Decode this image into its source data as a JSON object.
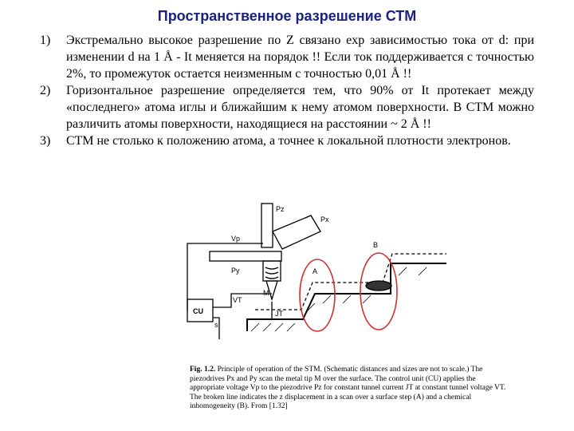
{
  "title": "Пространственное разрешение СТМ",
  "items": [
    {
      "number": "1)",
      "text": "Экстремально высокое разрешение по Z связано exp зависимостью тока от d: при изменении d на 1 Å - It меняется на порядок !! Если ток поддерживается с точностью 2%, то промежуток остается неизменным с точностью 0,01 Å !!"
    },
    {
      "number": "2)",
      "text": "Горизонтальное разрешение определяется тем, что 90% от It протекает между «последнего» атома иглы и ближайшим к нему атомом поверхности. В СТМ можно различить атомы поверхности, находящиеся на расстоянии ~ 2 Å !!"
    },
    {
      "number": "3)",
      "text": "СТМ не столько к положению атома, а точнее к локальной плотности электронов."
    }
  ],
  "figure": {
    "labels": {
      "pz": "Pz",
      "px": "Px",
      "py": "Py",
      "vp": "Vp",
      "vt": "VT",
      "jt": "JT",
      "m": "M",
      "cu": "CU",
      "s": "s",
      "a": "A",
      "b": "B"
    },
    "caption_label": "Fig. 1.2.",
    "caption_text": "Principle of operation of the STM. (Schematic distances and sizes are not to scale.) The piezodrives Px and Py scan the metal tip M over the surface. The control unit (CU) applies the appropriate voltage Vp to the piezodrive Pz for constant tunnel current JT at constant tunnel voltage VT. The broken line indicates the z displacement in a scan over a surface step (A) and a chemical inhomogeneity (B). From [1.32]"
  }
}
